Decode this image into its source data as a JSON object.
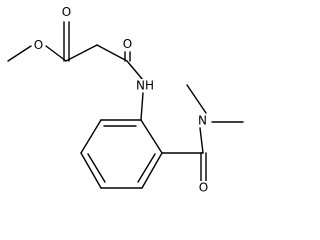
{
  "molecule": {
    "atoms": [
      {
        "symbol": "O",
        "id": "o-carbonyl-ester"
      },
      {
        "symbol": "O",
        "id": "o-ester-link"
      },
      {
        "symbol": "O",
        "id": "o-carbonyl-amide"
      },
      {
        "symbol": "NH",
        "id": "n-amide-nh"
      },
      {
        "symbol": "N",
        "id": "n-dimethyl"
      },
      {
        "symbol": "O",
        "id": "o-carbonyl-dimethylamide"
      }
    ]
  }
}
